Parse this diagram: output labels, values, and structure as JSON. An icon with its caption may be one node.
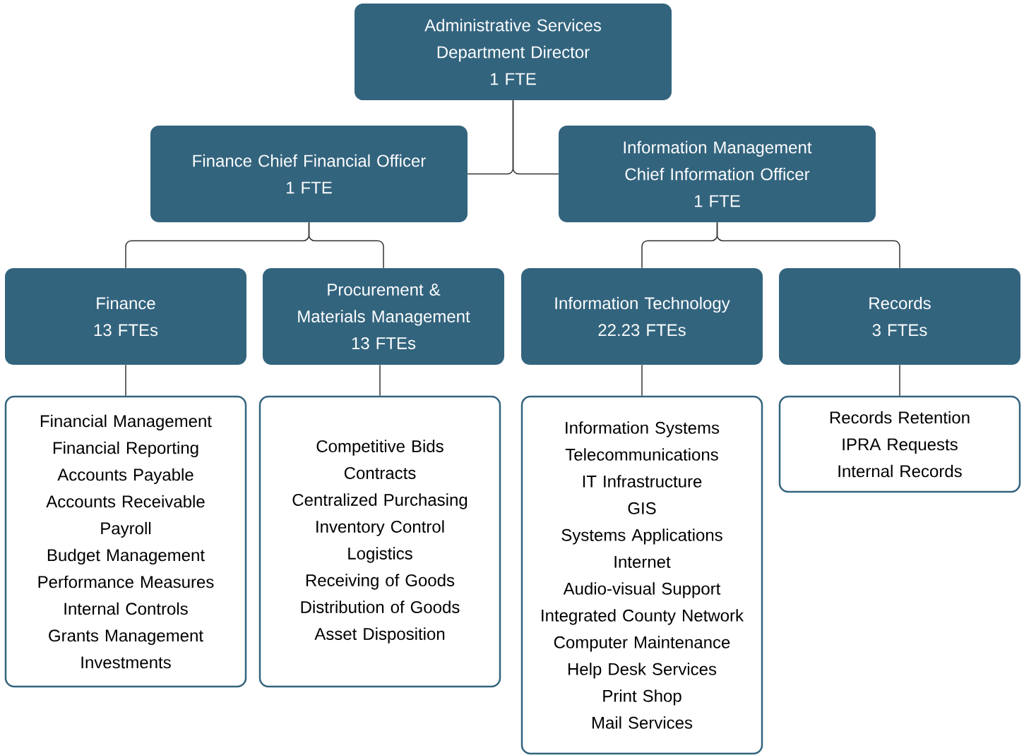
{
  "diagram": {
    "nodes": [
      {
        "text": [
          "Administrative Services Department Director",
          "1 FTE"
        ]
      },
      {
        "text": [
          "Finance Chief Financial Officer",
          "1 FTE"
        ]
      },
      {
        "text": [
          "Information Management Chief Information Officer",
          "1 FTE"
        ]
      },
      {
        "text": [
          "Finance",
          "13 FTEs"
        ]
      },
      {
        "text": [
          "Procurement & Materials Management",
          "13 FTEs"
        ]
      },
      {
        "text": [
          "Information Technology",
          "22.23 FTEs"
        ]
      },
      {
        "text": [
          "Records",
          "3 FTEs"
        ]
      },
      {
        "text": [
          "Financial Management",
          "Financial Reporting",
          "Accounts Payable",
          "Accounts Receivable",
          "Payroll",
          "Budget Management",
          "Performance Measures",
          "Internal Controls",
          "Grants Management",
          "Investments"
        ]
      },
      {
        "text": [
          "Competitive Bids",
          "Contracts",
          "Centralized Purchasing",
          "Inventory Control",
          "Logistics",
          "Receiving of Goods",
          "Distribution of Goods",
          "Asset Disposition"
        ]
      },
      {
        "text": [
          "Information Systems",
          "Telecommunications",
          "IT Infrastructure",
          "GIS",
          "Systems Applications",
          "Internet",
          "Audio-visual Support",
          "Integrated County Network",
          "Computer Maintenance",
          "Help Desk Services",
          "Print Shop",
          "Mail Services"
        ]
      },
      {
        "text": [
          "Records Retention",
          "IPRA Requests",
          "Internal Records"
        ]
      }
    ],
    "edges": [
      {
        "from": 0,
        "to": 1,
        "arrow": "none"
      },
      {
        "from": 0,
        "to": 2,
        "arrow": "none"
      },
      {
        "from": 1,
        "to": 3,
        "arrow": "none"
      },
      {
        "from": 1,
        "to": 4,
        "arrow": "none"
      },
      {
        "from": 2,
        "to": 5,
        "arrow": "none"
      },
      {
        "from": 2,
        "to": 6,
        "arrow": "none"
      },
      {
        "from": 3,
        "to": 7,
        "arrow": "none"
      },
      {
        "from": 4,
        "to": 8,
        "arrow": "none"
      },
      {
        "from": 5,
        "to": 9,
        "arrow": "none"
      },
      {
        "from": 6,
        "to": 10,
        "arrow": "none"
      }
    ]
  }
}
